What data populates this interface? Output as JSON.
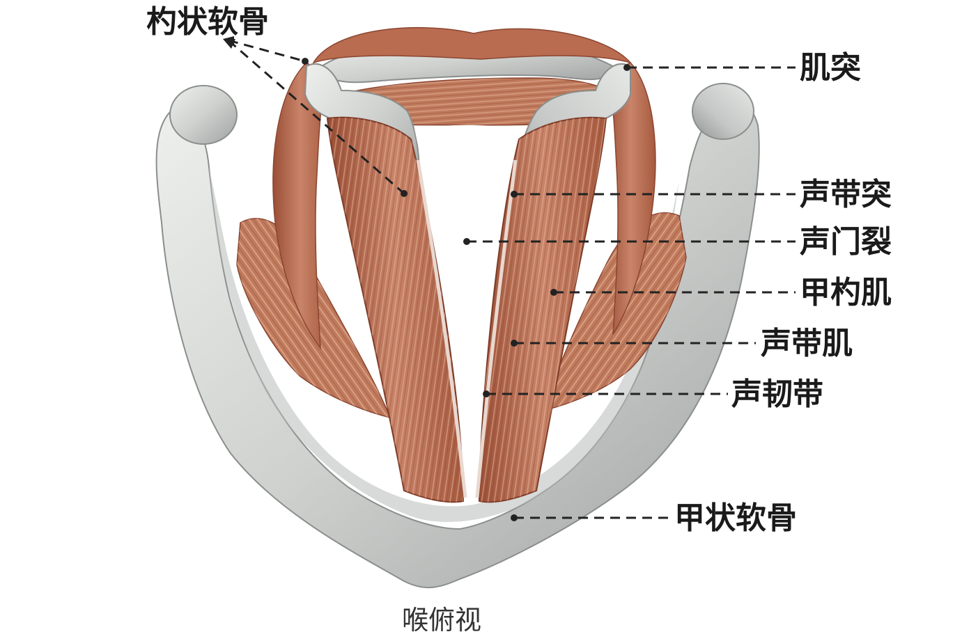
{
  "labels": {
    "arytenoid_cartilage": "杓状软骨",
    "muscular_process": "肌突",
    "vocal_process": "声带突",
    "rima_glottidis": "声门裂",
    "thyroarytenoid_muscle": "甲杓肌",
    "vocalis_muscle": "声带肌",
    "vocal_ligament": "声韧带",
    "thyroid_cartilage": "甲状软骨"
  },
  "caption": "喉俯视",
  "colors": {
    "cartilage": "#cfd1cf",
    "cartilage_shadow": "#9ea2a0",
    "cartilage_highlight": "#eef0ee",
    "muscle": "#c0775a",
    "muscle_dark": "#9a4f36",
    "muscle_fiber": "#e8b7a0",
    "leader_line": "#222222",
    "label_text": "#1a1a1a"
  }
}
